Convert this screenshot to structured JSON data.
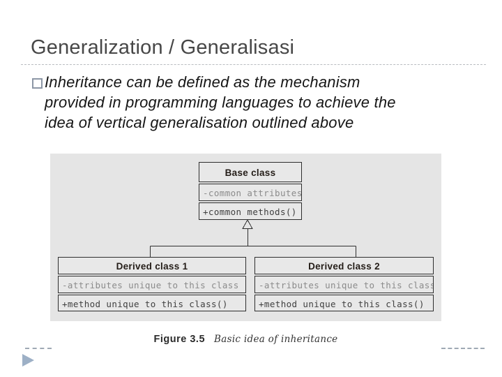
{
  "slide": {
    "title": "Generalization / Generalisasi",
    "bullet": {
      "lines": [
        "Inheritance can be defined as the mechanism",
        "provided in programming languages to achieve the",
        "idea of vertical generalisation outlined above"
      ]
    }
  },
  "figure": {
    "classes": {
      "base": {
        "name": "Base class",
        "attributes": "-common attributes",
        "methods": "+common methods()"
      },
      "derived1": {
        "name": "Derived class 1",
        "attributes": "-attributes unique to this class",
        "methods": "+method unique to this class()"
      },
      "derived2": {
        "name": "Derived class 2",
        "attributes": "-attributes unique to this class",
        "methods": "+method unique to this class()"
      }
    },
    "caption": {
      "label": "Figure 3.5",
      "title": "Basic idea of inheritance"
    }
  },
  "colors": {
    "title_text": "#474747",
    "diagram_background": "#e5e5e5",
    "box_border": "#2e2e2e",
    "play_arrow": "#9db0c6"
  }
}
